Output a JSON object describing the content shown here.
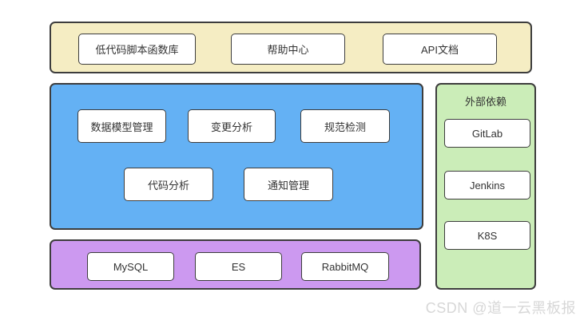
{
  "diagram": {
    "top_band": {
      "items": [
        "低代码脚本函数库",
        "帮助中心",
        "API文档"
      ]
    },
    "core_band": {
      "row1": [
        "数据模型管理",
        "变更分析",
        "规范检测"
      ],
      "row2": [
        "代码分析",
        "通知管理"
      ]
    },
    "external_band": {
      "title": "外部依赖",
      "items": [
        "GitLab",
        "Jenkins",
        "K8S"
      ]
    },
    "middleware_band": {
      "items": [
        "MySQL",
        "ES",
        "RabbitMQ"
      ]
    },
    "colors": {
      "top_band_bg": "#f5edc3",
      "core_band_bg": "#64b1f4",
      "external_band_bg": "#cbedb8",
      "middleware_band_bg": "#cc99f0",
      "node_bg": "#ffffff",
      "border": "#3d3d3d",
      "text": "#333333",
      "watermark_text": "#d7d7d7"
    }
  },
  "watermark": {
    "text": "CSDN @道一云黑板报"
  }
}
